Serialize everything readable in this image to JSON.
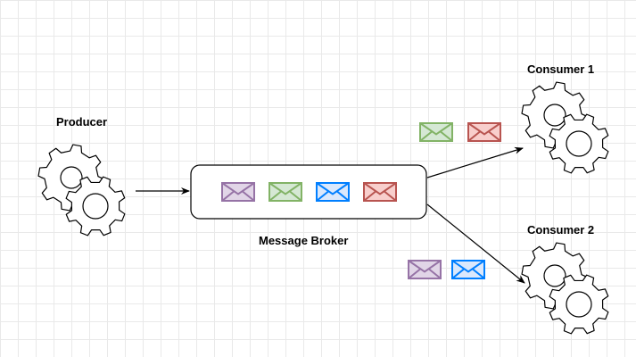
{
  "nodes": {
    "producer": {
      "label": "Producer"
    },
    "broker": {
      "label": "Message Broker"
    },
    "consumer1": {
      "label": "Consumer 1"
    },
    "consumer2": {
      "label": "Consumer 2"
    }
  },
  "colors": {
    "purple_stroke": "#9673a6",
    "purple_fill": "#e1d5e7",
    "green_stroke": "#82b366",
    "green_fill": "#d5e8d4",
    "blue_stroke": "#007fff",
    "blue_fill": "#dae8fc",
    "red_stroke": "#b85450",
    "red_fill": "#f8cecc"
  },
  "messages": {
    "in_broker": [
      "purple",
      "green",
      "blue",
      "red"
    ],
    "to_consumer1": [
      "green",
      "red"
    ],
    "to_consumer2": [
      "purple",
      "blue"
    ]
  }
}
